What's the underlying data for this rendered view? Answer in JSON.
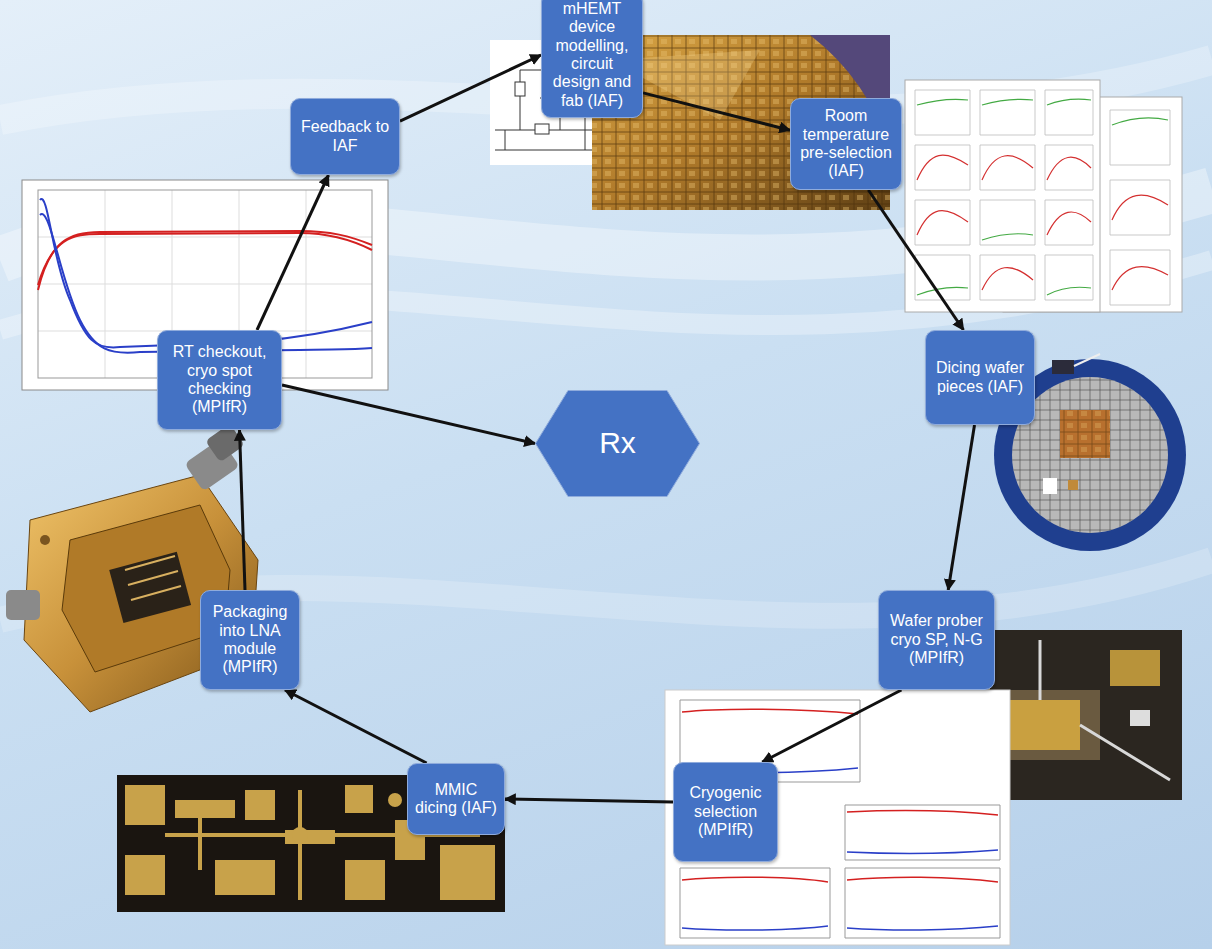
{
  "diagram": {
    "nodes": [
      {
        "text": [
          "mHEMT device modelling, circuit design and fab (IAF)"
        ]
      },
      {
        "text": [
          "Room temperature pre-selection (IAF)"
        ]
      },
      {
        "text": [
          "Dicing wafer pieces (IAF)"
        ]
      },
      {
        "text": [
          "Wafer prober cryo SP, N-G (MPIfR)"
        ]
      },
      {
        "text": [
          "Cryogenic selection (MPIfR)"
        ]
      },
      {
        "text": [
          "MMIC dicing (IAF)"
        ]
      },
      {
        "text": [
          "Packaging into LNA module (MPIfR)"
        ]
      },
      {
        "text": [
          "RT checkout, cryo spot checking (MPIfR)"
        ]
      },
      {
        "text": [
          "Feedback to IAF"
        ]
      },
      {
        "text": [
          "Rx"
        ]
      }
    ],
    "edges": [
      {
        "from": 0,
        "to": 1,
        "arrow": "to"
      },
      {
        "from": 1,
        "to": 2,
        "arrow": "to"
      },
      {
        "from": 2,
        "to": 3,
        "arrow": "to"
      },
      {
        "from": 3,
        "to": 4,
        "arrow": "to"
      },
      {
        "from": 4,
        "to": 5,
        "arrow": "to"
      },
      {
        "from": 5,
        "to": 6,
        "arrow": "to"
      },
      {
        "from": 6,
        "to": 7,
        "arrow": "to"
      },
      {
        "from": 7,
        "to": 8,
        "arrow": "to"
      },
      {
        "from": 8,
        "to": 0,
        "arrow": "to"
      },
      {
        "from": 7,
        "to": 9,
        "arrow": "to"
      }
    ]
  }
}
